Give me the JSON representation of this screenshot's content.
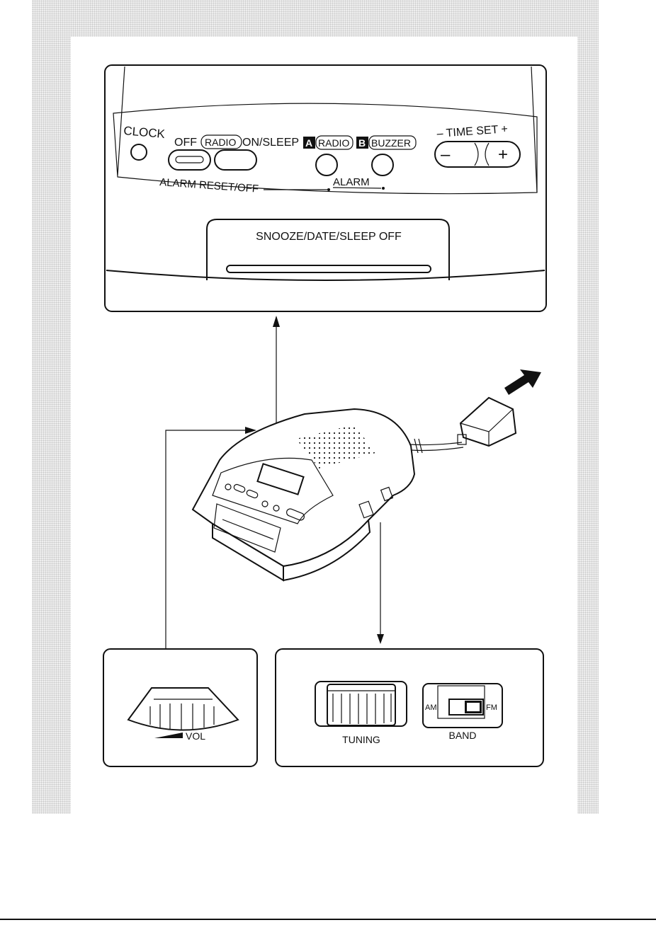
{
  "top_panel": {
    "clock": "CLOCK",
    "off": "OFF",
    "radio": "RADIO",
    "on_sleep": "ON/SLEEP",
    "a_badge": "A",
    "a_radio": "RADIO",
    "b_badge": "B",
    "b_buzzer": "BUZZER",
    "time_set": "– TIME SET +",
    "minus": "–",
    "plus": "+",
    "alarm_reset_off": "ALARM RESET/OFF",
    "alarm": "ALARM",
    "snooze": "SNOOZE/DATE/SLEEP OFF"
  },
  "vol_panel": {
    "label": "VOL"
  },
  "tuning_panel": {
    "tuning": "TUNING",
    "am": "AM",
    "fm": "FM",
    "band": "BAND"
  }
}
